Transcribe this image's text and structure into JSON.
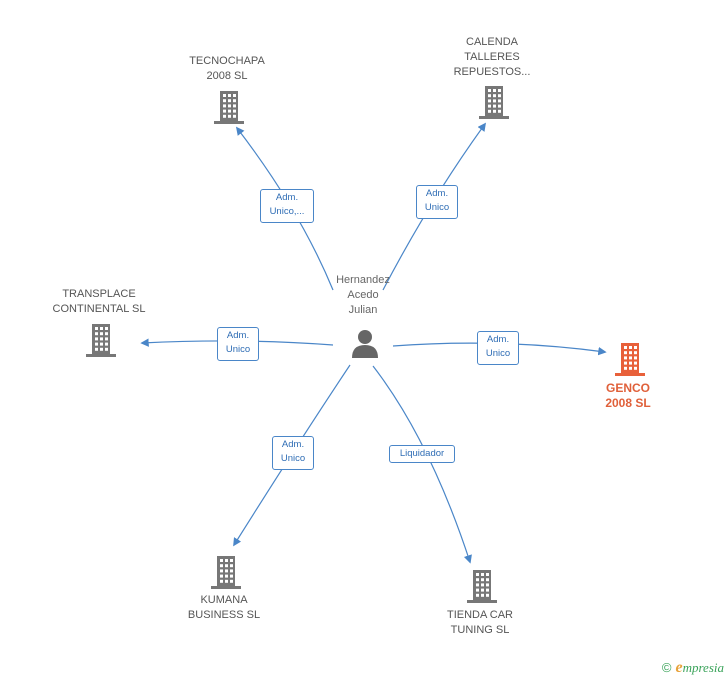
{
  "center": {
    "label": "Hernandez\nAcedo\nJulian",
    "icon": "person-icon"
  },
  "companies": [
    {
      "id": "tecnochapa",
      "label": "TECNOCHAPA\n2008 SL",
      "icon": "building-icon",
      "color": "#777777",
      "role": "Adm.\nUnico,..."
    },
    {
      "id": "calenda",
      "label": "CALENDA\nTALLERES\nREPUESTOS...",
      "icon": "building-icon",
      "color": "#777777",
      "role": "Adm.\nUnico"
    },
    {
      "id": "transplace",
      "label": "TRANSPLACE\nCONTINENTAL SL",
      "icon": "building-icon",
      "color": "#777777",
      "role": "Adm.\nUnico"
    },
    {
      "id": "genco",
      "label": "GENCO\n2008 SL",
      "icon": "building-icon",
      "color": "#e8603a",
      "role": "Adm.\nUnico",
      "highlighted": true
    },
    {
      "id": "kumana",
      "label": "KUMANA\nBUSINESS SL",
      "icon": "building-icon",
      "color": "#777777",
      "role": "Adm.\nUnico"
    },
    {
      "id": "tienda",
      "label": "TIENDA CAR\nTUNING SL",
      "icon": "building-icon",
      "color": "#777777",
      "role": "Liquidador"
    }
  ],
  "colors": {
    "edge": "#4a86c8",
    "building": "#777777",
    "highlight": "#e8603a",
    "person": "#666666"
  },
  "footer": {
    "copyright": "©",
    "brand_initial": "e",
    "brand_rest": "mpresia"
  }
}
